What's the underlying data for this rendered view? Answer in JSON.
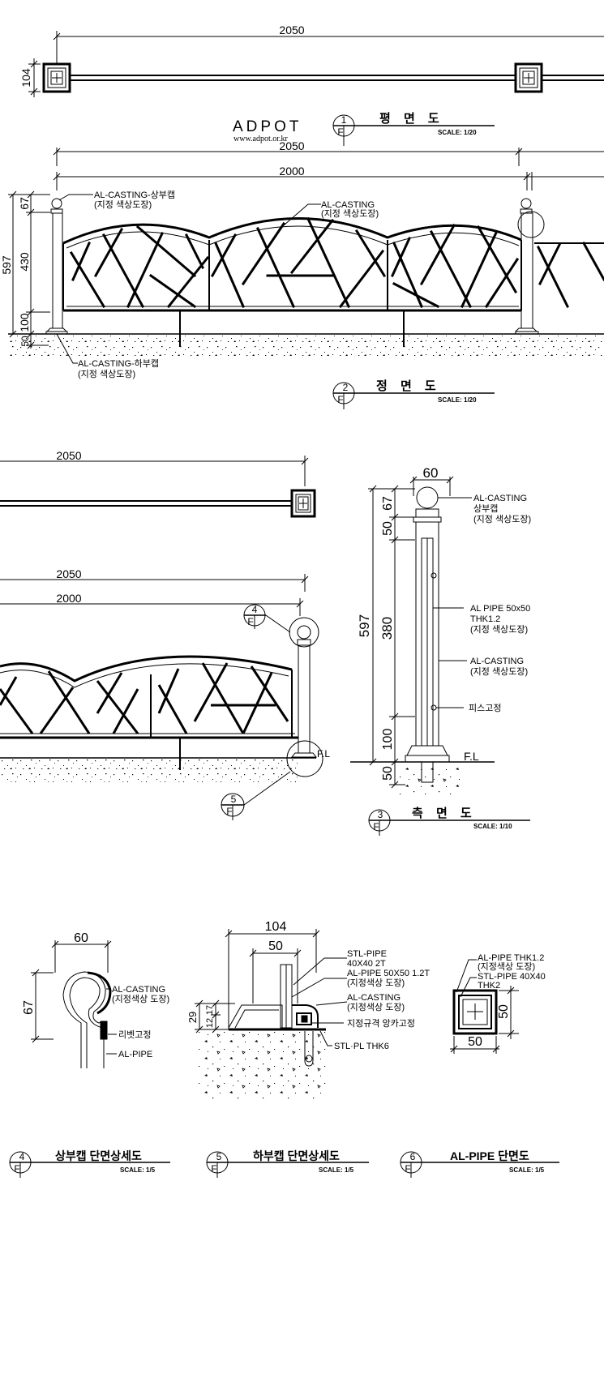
{
  "logo": {
    "name": "ADPOT",
    "url": "www.adpot.or.kr"
  },
  "views": {
    "plan": {
      "no": "1",
      "sheet": "F",
      "title": "평 면 도",
      "scale": "SCALE: 1/20",
      "dims": {
        "length": "2050",
        "depth": "104"
      }
    },
    "front": {
      "no": "2",
      "sheet": "F",
      "title": "정 면 도",
      "scale": "SCALE: 1/20",
      "dims": {
        "overall": "2050",
        "inner": "2000",
        "total_height": "597",
        "cap": "67",
        "panel": "430",
        "base": "100",
        "embed": "50"
      },
      "labels": {
        "top_cap": [
          "AL-CASTING-상부캡",
          "(지정 색상도장)"
        ],
        "panel": [
          "AL-CASTING",
          "(지정 색상도장)"
        ],
        "bottom_cap": [
          "AL-CASTING-하부캡",
          "(지정 색상도장)"
        ]
      }
    },
    "plan_right": {
      "dims": {
        "length": "2050"
      }
    },
    "front_right": {
      "dims": {
        "overall": "2050",
        "inner": "2000"
      },
      "ref_top": "4",
      "ref_bottom": "5",
      "sheet": "F",
      "fl": "F.L"
    },
    "side": {
      "no": "3",
      "sheet": "F",
      "title": "측 면 도",
      "scale": "SCALE: 1/10",
      "dims": {
        "width": "60",
        "total": "597",
        "cap": "67",
        "collar": "50",
        "panel": "380",
        "base": "100",
        "embed": "50"
      },
      "fl": "F.L",
      "labels": {
        "cap": [
          "AL-CASTING",
          "상부캡",
          "(지정 색상도장)"
        ],
        "pipe": [
          "AL PIPE 50x50",
          "THK1.2",
          "(지정 색상도장)"
        ],
        "casting": [
          "AL-CASTING",
          "(지정 색상도장)"
        ],
        "screw": "피스고정"
      }
    },
    "detail_top": {
      "no": "4",
      "sheet": "F",
      "title": "상부캡 단면상세도",
      "scale": "SCALE: 1/5",
      "dims": {
        "width": "60",
        "height": "67"
      },
      "labels": {
        "casting": [
          "AL-CASTING",
          "(지정색상 도장)"
        ],
        "rivet": "리벳고정",
        "pipe": "AL-PIPE"
      }
    },
    "detail_bottom": {
      "no": "5",
      "sheet": "F",
      "title": "하부캡 단면상세도",
      "scale": "SCALE: 1/5",
      "dims": {
        "outer": "104",
        "inner": "50",
        "h1": "29",
        "h2": "17",
        "h3": "12"
      },
      "labels": {
        "stl": [
          "STL-PIPE",
          "40X40 2T"
        ],
        "al": [
          "AL-PIPE 50X50 1.2T",
          "(지정색상 도장)"
        ],
        "casting": [
          "AL-CASTING",
          "(지정색상 도장)"
        ],
        "anchor": "지정규격 앙카고정",
        "plate": "STL·PL THK6"
      }
    },
    "detail_pipe": {
      "no": "6",
      "sheet": "F",
      "title": "AL-PIPE 단면도",
      "scale": "SCALE: 1/5",
      "dims": {
        "width": "50",
        "height": "50"
      },
      "labels": {
        "al": [
          "AL-PIPE THK1.2",
          "(지정색상 도장)"
        ],
        "stl": [
          "STL-PIPE 40X40",
          "THK2"
        ]
      }
    }
  }
}
